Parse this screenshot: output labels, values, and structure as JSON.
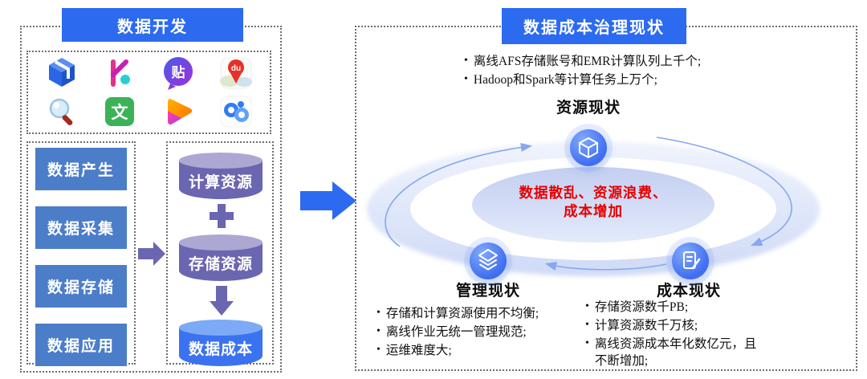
{
  "colors": {
    "primary_blue": "#2C6AF0",
    "stage_blue": "#4B7DC9",
    "purple": "#6B66B0",
    "purple_light": "#ACA8D3",
    "cost_cylinder_blue": "#3B72F0",
    "warning_red": "#E60000",
    "node_blue": "#3F6EF2",
    "ring_lavender": "#C6D1F2"
  },
  "left_panel": {
    "title": "数据开发",
    "app_icons": [
      "baidu-cloud-cube",
      "k-shape-app",
      "tieba",
      "baidu-maps",
      "search",
      "wenku",
      "haokan-video",
      "baidu-netdisk"
    ],
    "icon_glyphs": {
      "tieba": "贴",
      "maps": "du",
      "wenku": "文"
    },
    "stages": [
      "数据产生",
      "数据采集",
      "数据存储",
      "数据应用"
    ],
    "resource_flow": {
      "compute": "计算资源",
      "storage": "存储资源",
      "cost": "数据成本"
    }
  },
  "right_panel": {
    "title": "数据成本治理现状",
    "top_bullets": [
      "离线AFS存储账号和EMR计算队列上千个;",
      "Hadoop和Spark等计算任务上万个;"
    ],
    "resource": {
      "heading": "资源现状"
    },
    "management": {
      "heading": "管理现状",
      "bullets": [
        "存储和计算资源使用不均衡;",
        "离线作业无统一管理规范;",
        "运维难度大;"
      ]
    },
    "cost": {
      "heading": "成本现状",
      "bullets": [
        "存储资源数千PB;",
        "计算资源数千万核;",
        "离线资源成本年化数亿元，且不断增加;"
      ]
    },
    "center_warning": {
      "line1": "数据散乱、资源浪费、",
      "line2": "成本增加"
    }
  }
}
